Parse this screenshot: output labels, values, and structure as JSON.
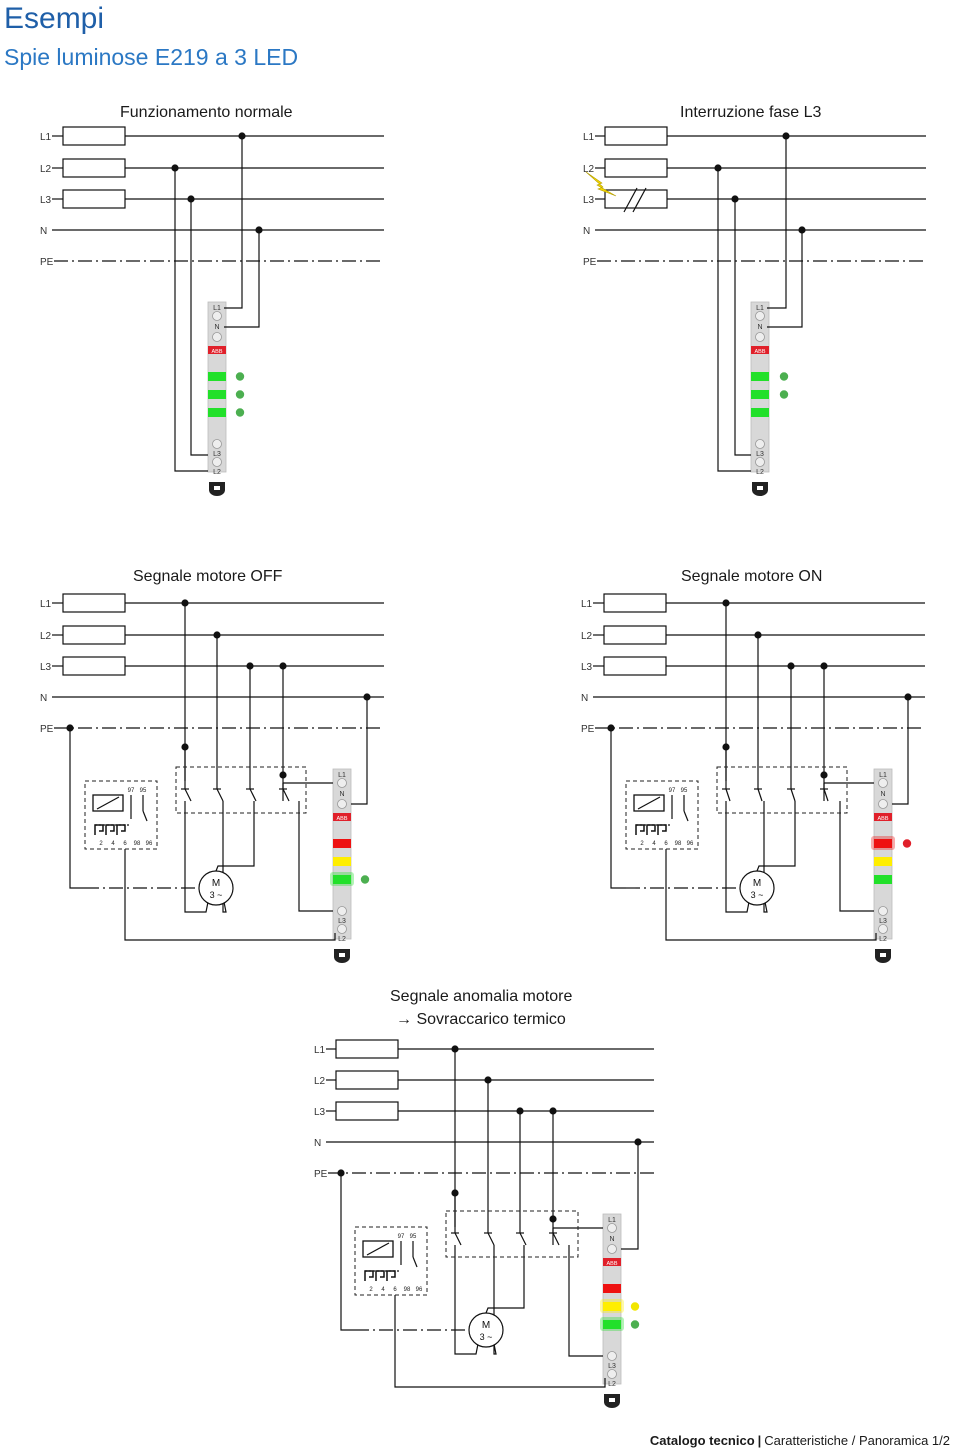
{
  "page": {
    "title": "Esempi",
    "subtitle": "Spie luminose E219 a 3 LED"
  },
  "colors": {
    "title": "#1f5fa8",
    "subtitle": "#2b78c4",
    "led_green": "#22e02a",
    "led_yellow": "#ffee00",
    "led_red": "#ee1111",
    "indicator_green": "#4caf50",
    "indicator_yellow": "#f2e600",
    "indicator_red": "#e0202a",
    "abb_red": "#e0202a",
    "lightning": "#f5d800"
  },
  "line_labels": [
    "L1",
    "L2",
    "L3",
    "N",
    "PE"
  ],
  "device": {
    "brand": "ABB",
    "term_top": [
      "L1",
      "N"
    ],
    "term_bottom": [
      "L3",
      "L2"
    ]
  },
  "relay": {
    "contacts_top": [
      "97",
      "95"
    ],
    "terminals_bottom": [
      "2",
      "4",
      "6",
      "98",
      "96"
    ]
  },
  "motor": {
    "line1": "M",
    "line2": "3 ~"
  },
  "diagrams": [
    {
      "id": "normal",
      "title": "Funzionamento normale",
      "leds": [
        "green",
        "green",
        "green"
      ],
      "indicators": [
        "green",
        "green",
        "green"
      ]
    },
    {
      "id": "fault-l3",
      "title": "Interruzione fase L3",
      "leds": [
        "green",
        "green",
        "green"
      ],
      "indicators": [
        "green",
        "green",
        null
      ]
    },
    {
      "id": "motor-off",
      "title": "Segnale motore OFF",
      "leds": [
        "red",
        "yellow",
        "green-glow"
      ],
      "indicators": [
        null,
        null,
        "green"
      ]
    },
    {
      "id": "motor-on",
      "title": "Segnale motore ON",
      "leds": [
        "red-glow",
        "yellow",
        "green"
      ],
      "indicators": [
        "red",
        null,
        null
      ]
    },
    {
      "id": "overload",
      "title": "Segnale anomalia motore",
      "title2": "→ Sovraccarico termico",
      "leds": [
        "red",
        "yellow-glow",
        "green-glow"
      ],
      "indicators": [
        null,
        "yellow",
        "green"
      ]
    }
  ],
  "footer": {
    "bold": "Catalogo tecnico",
    "separator": "|",
    "rest": "Caratteristiche / Panoramica 1/2"
  }
}
